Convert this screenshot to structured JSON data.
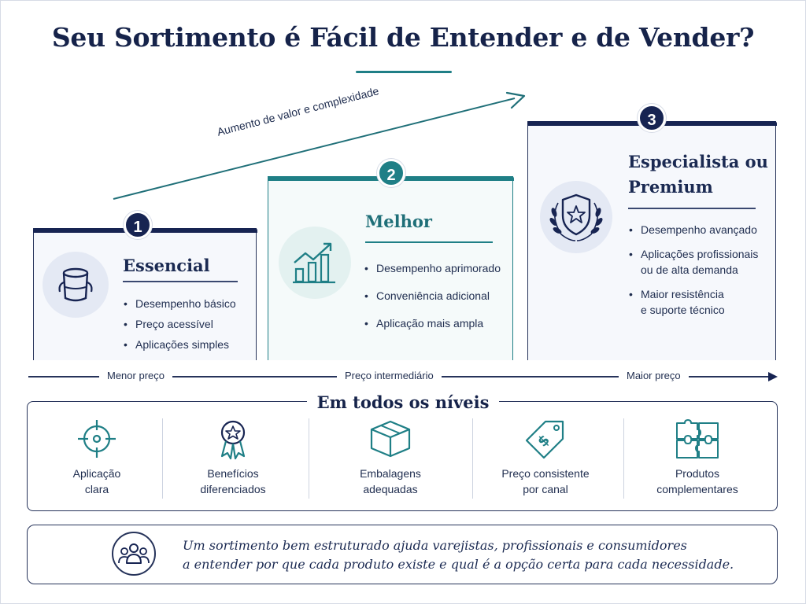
{
  "title": "Seu Sortimento é Fácil de Entender e de Vender?",
  "rise_label": "Aumento de valor e complexidade",
  "tiers": [
    {
      "number": "1",
      "name": "Essencial",
      "icon": "paint-bucket-icon",
      "bullets": [
        "Desempenho básico",
        "Preço acessível",
        "Aplicações simples"
      ]
    },
    {
      "number": "2",
      "name": "Melhor",
      "icon": "growth-chart-icon",
      "bullets": [
        "Desempenho aprimorado",
        "Conveniência adicional",
        "Aplicação mais ampla"
      ]
    },
    {
      "number": "3",
      "name_lines": [
        "Especialista ou",
        "Premium"
      ],
      "icon": "shield-laurel-icon",
      "bullets": [
        [
          "Desempenho avançado"
        ],
        [
          "Aplicações profissionais",
          "ou de alta demanda"
        ],
        [
          "Maior resistência",
          "e suporte técnico"
        ]
      ]
    }
  ],
  "price_axis": {
    "low": "Menor preço",
    "mid": "Preço intermediário",
    "high": "Maior preço"
  },
  "levels": {
    "title": "Em todos os níveis",
    "items": [
      {
        "icon": "target-icon",
        "lines": [
          "Aplicação",
          "clara"
        ]
      },
      {
        "icon": "award-ribbon-icon",
        "lines": [
          "Benefícios",
          "diferenciados"
        ]
      },
      {
        "icon": "box-icon",
        "lines": [
          "Embalagens",
          "adequadas"
        ]
      },
      {
        "icon": "price-tag-icon",
        "lines": [
          "Preço consistente",
          "por canal"
        ]
      },
      {
        "icon": "puzzle-icon",
        "lines": [
          "Produtos",
          "complementares"
        ]
      }
    ]
  },
  "summary": {
    "icon": "people-group-icon",
    "lines": [
      "Um sortimento bem estruturado ajuda varejistas, profissionais e consumidores",
      "a entender por que cada produto existe e qual é a opção certa para cada necessidade."
    ]
  },
  "colors": {
    "navy": "#172452",
    "teal": "#1f7f86",
    "text": "#1f2d4f"
  }
}
